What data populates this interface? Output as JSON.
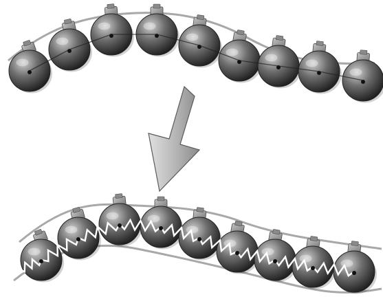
{
  "diagram": {
    "top_chain": {
      "bead_count": 9
    },
    "bottom_chain": {
      "bead_count": 9,
      "springs": "zigzag"
    },
    "colors": {
      "background": "#ffffff",
      "bead_light": "#d0d0d0",
      "bead_dark": "#1c1c1c",
      "cap": "#9a9a9a",
      "strand": "#a8a8a8",
      "spring": "#ffffff",
      "arrow_light": "#e0e0e0",
      "arrow_dark": "#8a8a8a"
    }
  }
}
